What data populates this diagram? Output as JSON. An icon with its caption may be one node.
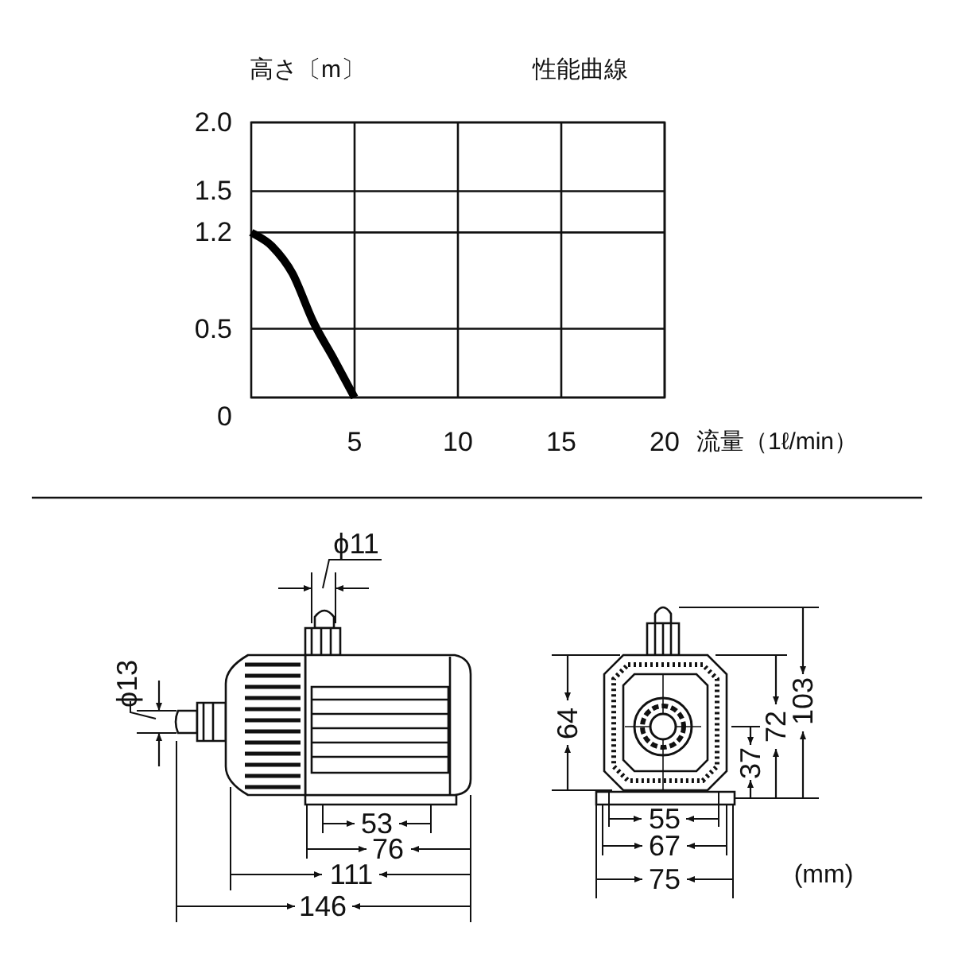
{
  "diagram": {
    "nodes": [
      {
        "text": [
          "ϕ11"
        ]
      },
      {
        "text": [
          "ϕ13"
        ]
      }
    ],
    "edges": [
      {
        "from": 0,
        "to": null,
        "arrow": "none"
      },
      {
        "from": 1,
        "to": null,
        "arrow": "none"
      }
    ],
    "labels": [
      "103",
      "64",
      "72",
      "37",
      "53",
      "55",
      "76",
      "67",
      "111",
      "75",
      "(mm)",
      "146"
    ],
    "chart_data": {
      "type": "line",
      "title": "性能曲線",
      "xlabel": "流量（1ℓ/min）",
      "ylabel": "高さ〔m〕",
      "x": [
        0,
        1,
        2,
        3,
        4,
        5
      ],
      "series": [
        {
          "color": "#000000",
          "values": [
            1.2,
            1.1,
            0.9,
            0.55,
            0.28,
            0
          ]
        }
      ],
      "grid": true,
      "xlim": [
        0,
        20
      ],
      "ylim": [
        0,
        2
      ],
      "xticks": [
        5,
        10,
        15,
        20
      ],
      "yticks": [
        0,
        0.5,
        1.2,
        1.5,
        {
          "value": 2,
          "label": "2.0"
        }
      ]
    }
  }
}
